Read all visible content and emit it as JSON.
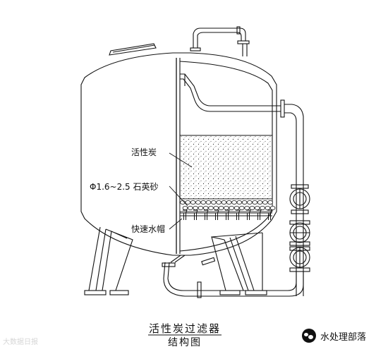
{
  "labels": {
    "activated_carbon": "活性炭",
    "quartz_sand": "Φ1.6~2.5 石英砂",
    "nozzle": "快速水帽"
  },
  "caption": {
    "line1": "活性炭过滤器",
    "line2": "结构图"
  },
  "watermark": {
    "left_text": "大数据日报",
    "right_text": "水处理部落",
    "logo_icon": "wechat-logo-icon"
  },
  "colors": {
    "line": "#111111",
    "background": "#ffffff"
  }
}
